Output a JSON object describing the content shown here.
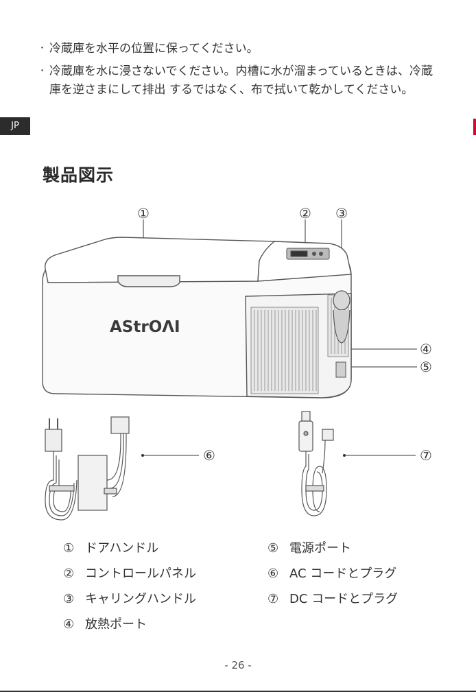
{
  "bullets": [
    "冷蔵庫を水平の位置に保ってください。",
    "冷蔵庫を水に浸さないでください。内槽に水が溜まっているときは、冷蔵庫を逆さまにして排出 するではなく、布で拭いて乾かしてください。"
  ],
  "bullet_marker": "･",
  "language_tab": "JP",
  "section_title": "製品図示",
  "brand_logo": "AStrOΛI",
  "callouts": [
    "①",
    "②",
    "③",
    "④",
    "⑤",
    "⑥",
    "⑦"
  ],
  "legend_left": [
    {
      "num": "①",
      "label": "ドアハンドル"
    },
    {
      "num": "②",
      "label": "コントロールパネル"
    },
    {
      "num": "③",
      "label": "キャリングハンドル"
    },
    {
      "num": "④",
      "label": "放熱ポート"
    }
  ],
  "legend_right": [
    {
      "num": "⑤",
      "label": "電源ポート"
    },
    {
      "num": "⑥",
      "label": "AC コードとプラグ"
    },
    {
      "num": "⑦",
      "label": "DC コードとプラグ"
    }
  ],
  "page_number": "- 26 -"
}
